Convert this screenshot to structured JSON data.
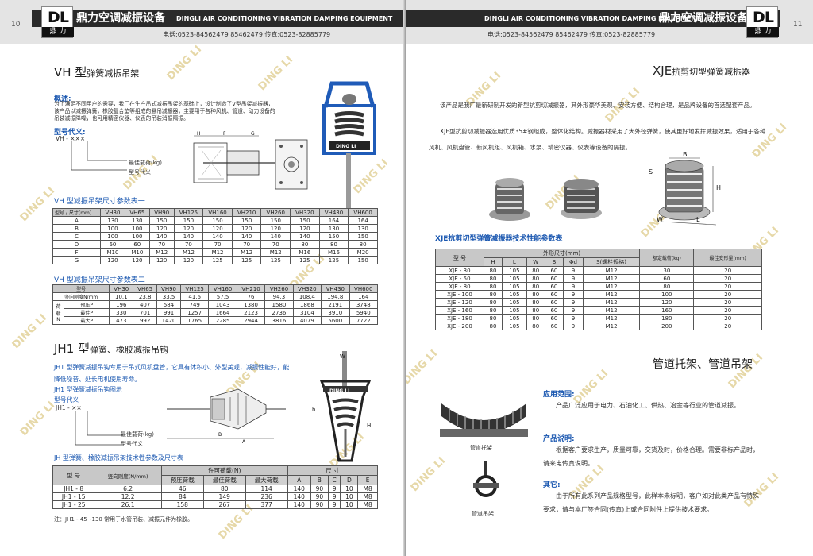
{
  "header_left": {
    "page": "10",
    "logo_dl": "DL",
    "logo_cn": "鼎 力",
    "company_cn": "鼎力空调减振设备",
    "company_en": "DINGLI AIR CONDITIONING VIBRATION DAMPING EQUIPMENT",
    "phone": "电话:0523-84562479  85462479  传真:0523-82885779"
  },
  "header_right": {
    "page": "11",
    "logo_dl": "DL",
    "logo_cn": "鼎 力",
    "company_cn": "鼎力空调减振设备",
    "company_en": "DINGLI AIR CONDITIONING VIBRATION DAMPING EQUIPMENT",
    "phone": "电话:0523-84562479  85462479  传真:0523-82885779"
  },
  "watermark": "DING LI",
  "vh": {
    "title": "VH 型",
    "subtitle": "弹簧减振吊架",
    "overview_label": "概述:",
    "overview": "为了满足不同用户的需要，我厂在生产吊式减振吊架的基础上，设计制造了V型吊架减振器，该产品以减振弹簧，橡胶复合垫等组成的悬吊减振器，主要用于各种风机、管道、动力设备的吊装减振降噪，也可用精密仪器、仪表的吊装消振隔振。",
    "code_label": "型号代义:",
    "code": "VH - ×××",
    "code_load": "最佳载荷(kg)",
    "code_type": "型号代义",
    "t1_title": "VH 型减振吊架尺寸参数表一",
    "t1_corner_top": "型号",
    "t1_corner_bottom": "尺寸(mm)",
    "t1_cols": [
      "VH30",
      "VH65",
      "VH90",
      "VH125",
      "VH160",
      "VH210",
      "VH260",
      "VH320",
      "VH430",
      "VH600"
    ],
    "t1_rows": [
      [
        "A",
        "130",
        "130",
        "150",
        "150",
        "150",
        "150",
        "150",
        "150",
        "164",
        "164"
      ],
      [
        "B",
        "100",
        "100",
        "120",
        "120",
        "120",
        "120",
        "120",
        "120",
        "130",
        "130"
      ],
      [
        "C",
        "100",
        "100",
        "140",
        "140",
        "140",
        "140",
        "140",
        "140",
        "150",
        "150"
      ],
      [
        "D",
        "60",
        "60",
        "70",
        "70",
        "70",
        "70",
        "70",
        "80",
        "80",
        "80"
      ],
      [
        "F",
        "M10",
        "M10",
        "M12",
        "M12",
        "M12",
        "M12",
        "M12",
        "M16",
        "M16",
        "M20"
      ],
      [
        "G",
        "120",
        "120",
        "120",
        "120",
        "125",
        "125",
        "125",
        "125",
        "125",
        "150"
      ]
    ],
    "t2_title": "VH 型减振吊架尺寸参数表二",
    "t2_corner": "型号",
    "t2_rows": [
      [
        "竖向刚度N/mm",
        "10.1",
        "23.8",
        "33.5",
        "41.6",
        "57.5",
        "76",
        "94.3",
        "108.4",
        "194.8",
        "164"
      ],
      [
        "预压P",
        "196",
        "407",
        "584",
        "749",
        "1043",
        "1380",
        "1580",
        "1868",
        "2191",
        "3748"
      ],
      [
        "最佳P",
        "330",
        "701",
        "991",
        "1257",
        "1664",
        "2123",
        "2736",
        "3104",
        "3910",
        "5940"
      ],
      [
        "最大P",
        "473",
        "992",
        "1420",
        "1765",
        "2285",
        "2944",
        "3816",
        "4079",
        "5600",
        "7722"
      ]
    ],
    "t2_side": "荷载N"
  },
  "jh": {
    "title": "JH1 型",
    "subtitle": "弹簧、橡胶减振吊钩",
    "desc": "JH1 型弹簧减振吊钩专用于吊式风机盘管，它具有体积小、外型美观，减振性能好，能降低噪音、延长电机使用寿命。",
    "diagram_label": "JH1 型弹簧减振吊钩图示",
    "code_label": "型号代义",
    "code": "JH1 - ××",
    "code_load": "最佳载荷(kg)",
    "code_type": "型号代义",
    "t_title": "JH 型弹簧、橡胶减振吊架技术性参数及尺寸表",
    "t_h_model": "型 号",
    "t_h_stiff": "竖向刚度(N/mm)",
    "t_h_load": "许可荷载(N)",
    "t_h_dim": "尺 寸",
    "t_sub": [
      "预压荷载",
      "最佳荷载",
      "最大荷载",
      "A",
      "B",
      "C",
      "D",
      "E"
    ],
    "t_rows": [
      [
        "JH1 - 8",
        "6.2",
        "46",
        "80",
        "114",
        "140",
        "90",
        "9",
        "10",
        "M8"
      ],
      [
        "JH1 - 15",
        "12.2",
        "84",
        "149",
        "236",
        "140",
        "90",
        "9",
        "10",
        "M8"
      ],
      [
        "JH1 - 25",
        "26.1",
        "158",
        "267",
        "377",
        "140",
        "90",
        "9",
        "10",
        "M8"
      ]
    ],
    "note": "注：JH1 - 45~130 常用于水管吊装、减振元件为橡胶。"
  },
  "xje": {
    "title": "XJE",
    "subtitle": "抗剪切型弹簧减振器",
    "p1": "该产品是我厂最新研制开发的新型抗剪切减振器，其外形豪华美观、安装方便、结构合理，是品牌设备的首选配套产品。",
    "p2": "XJE型抗剪切减振器选用优质35#钢组成，整体化结构。减振器材采用了大外径弹簧，使其更好地发挥减振效果，适用于各种风机、风机盘管、新风机组、风机箱、水泵、精密仪器、仪表等设备的隔振。",
    "t_title": "XJE抗剪切型弹簧减振器技术性能参数表",
    "t_h_model": "型 号",
    "t_h_dim": "外形尺寸(mm)",
    "t_h_load": "额定载荷(kg)",
    "t_h_def": "最佳变形量(mm)",
    "t_sub": [
      "H",
      "L",
      "W",
      "B",
      "Φd",
      "S(螺栓规格)"
    ],
    "t_rows": [
      [
        "XJE - 30",
        "80",
        "105",
        "80",
        "60",
        "9",
        "M12",
        "30",
        "20"
      ],
      [
        "XJE - 50",
        "80",
        "105",
        "80",
        "60",
        "9",
        "M12",
        "60",
        "20"
      ],
      [
        "XJE - 80",
        "80",
        "105",
        "80",
        "60",
        "9",
        "M12",
        "80",
        "20"
      ],
      [
        "XJE - 100",
        "80",
        "105",
        "80",
        "60",
        "9",
        "M12",
        "100",
        "20"
      ],
      [
        "XJE - 120",
        "80",
        "105",
        "80",
        "60",
        "9",
        "M12",
        "120",
        "20"
      ],
      [
        "XJE - 160",
        "80",
        "105",
        "80",
        "60",
        "9",
        "M12",
        "160",
        "20"
      ],
      [
        "XJE - 180",
        "80",
        "105",
        "80",
        "60",
        "9",
        "M12",
        "180",
        "20"
      ],
      [
        "XJE - 200",
        "80",
        "105",
        "80",
        "60",
        "9",
        "M12",
        "200",
        "20"
      ]
    ],
    "dim_labels": [
      "S",
      "B",
      "H",
      "W",
      "L"
    ]
  },
  "pipe": {
    "title": "管道托架、管道吊架",
    "app_label": "应用范围:",
    "app": "产品广泛应用于电力、石油化工、供热、冶金等行业的管道减振。",
    "desc_label": "产品说明:",
    "desc": "根据客户要求生产，质量可靠，交货及时，价格合理。需要非标产品时，请来电传真说明。",
    "other_label": "其它:",
    "other": "由于所有此系列产品规格型号，此样本未标明，客户如对此类产品有特殊要求，请与本厂签合同(传真)上或合同附件上提供技术要求。",
    "cap1": "管道托架",
    "cap2": "管道吊架"
  },
  "spring_label": "DING LI"
}
